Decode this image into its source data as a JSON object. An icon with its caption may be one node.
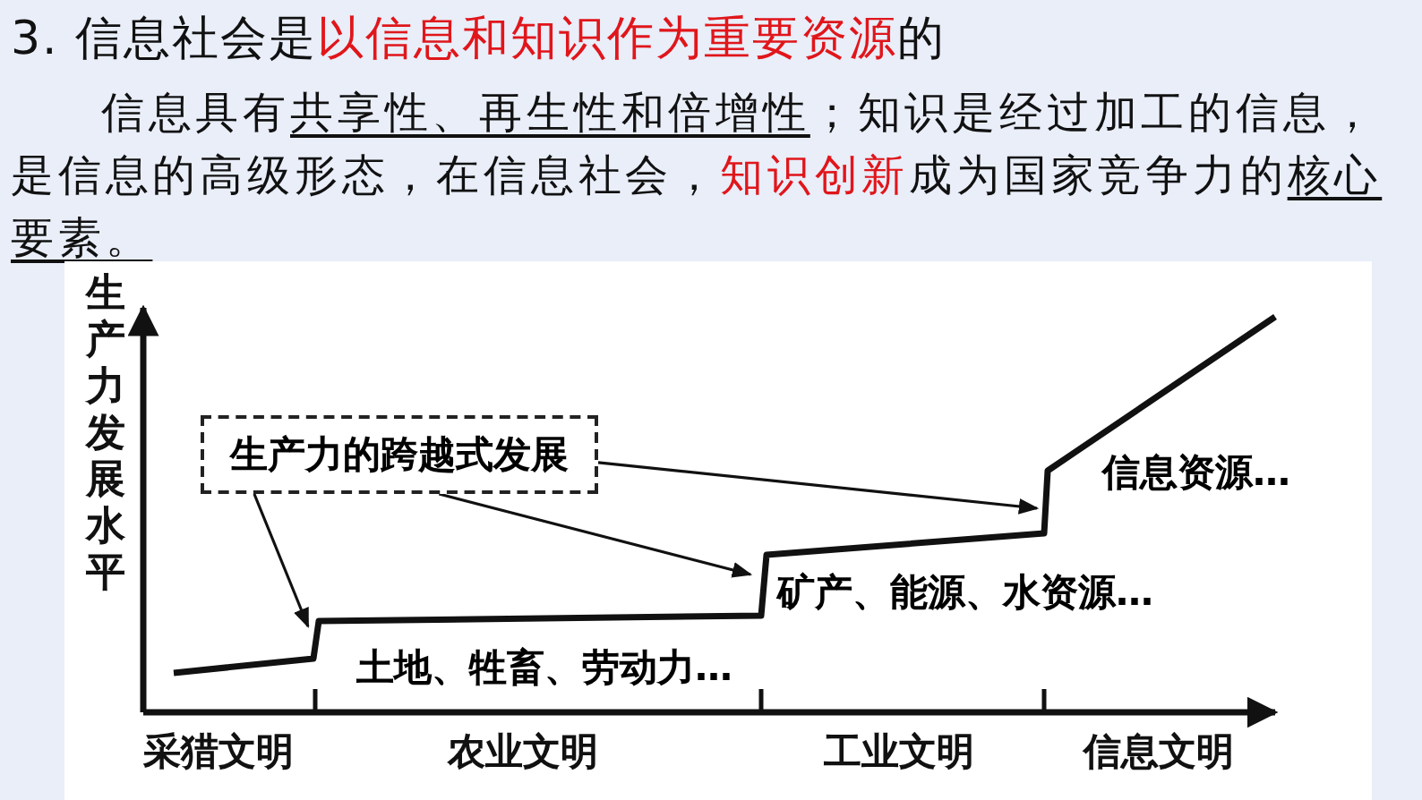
{
  "diagram": {
    "title": "3. 信息社会是**以信息和知识作为重要资源**的",
    "nodes": [
      {
        "text": [
          "生产力的跨越式发展"
        ]
      },
      {
        "text": [
          "土地、牲畜、劳动力…"
        ]
      },
      {
        "text": [
          "矿产、能源、水资源…"
        ]
      },
      {
        "text": [
          "信息资源…"
        ]
      }
    ],
    "edges": [
      {
        "from": 0,
        "to": 1,
        "arrow": "to"
      },
      {
        "from": 0,
        "to": 2,
        "arrow": "to"
      },
      {
        "from": 0,
        "to": 3,
        "arrow": "to"
      }
    ],
    "labels": [
      "信息具有**共享性、再生性和倍增性**；知识是经过加工的信息，是信息的高级形态，在信息社会，**知识创新**成为国家竞争力的**核心要素。**",
      "生产力发展水平",
      "采猎文明",
      "农业文明",
      "工业文明",
      "信息文明"
    ]
  }
}
